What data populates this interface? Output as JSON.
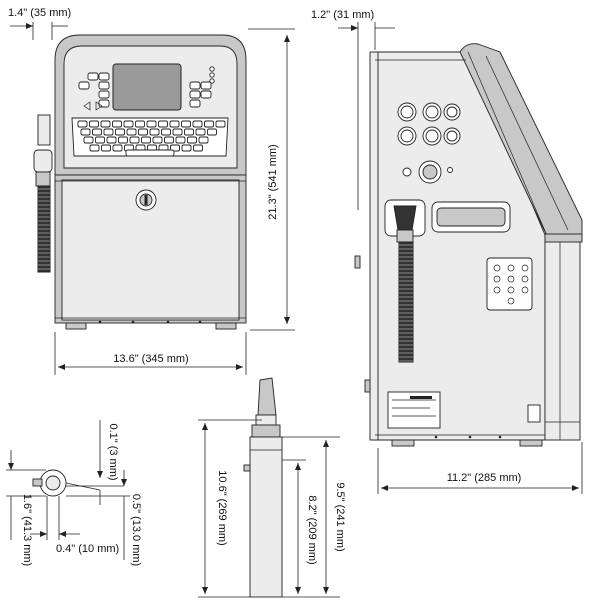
{
  "colors": {
    "line": "#222222",
    "housing": "#c8c8c8",
    "panel": "#ececec",
    "screen": "#9a9a9a"
  },
  "icons": [
    "arrow-icon",
    "key-lock-icon",
    "connector-icon"
  ],
  "dimensions": {
    "front_top_offset": "1.4\" (35 mm)",
    "front_height": "21.3\" (541 mm)",
    "front_width": "13.6\" (345 mm)",
    "side_top_offset": "1.2\" (31 mm)",
    "side_depth": "11.2\" (285 mm)",
    "nozzle_offset_small": "0.1\" (3 mm)",
    "nozzle_offset_half": "0.5\" (13.0 mm)",
    "nozzle_height": "1.6\" (41.3 mm)",
    "nozzle_width": "0.4\" (10 mm)",
    "printhead_length": "10.6\" (269 mm)",
    "printhead_body": "8.2\" (209 mm)",
    "printhead_total": "9.5\" (241 mm)"
  }
}
